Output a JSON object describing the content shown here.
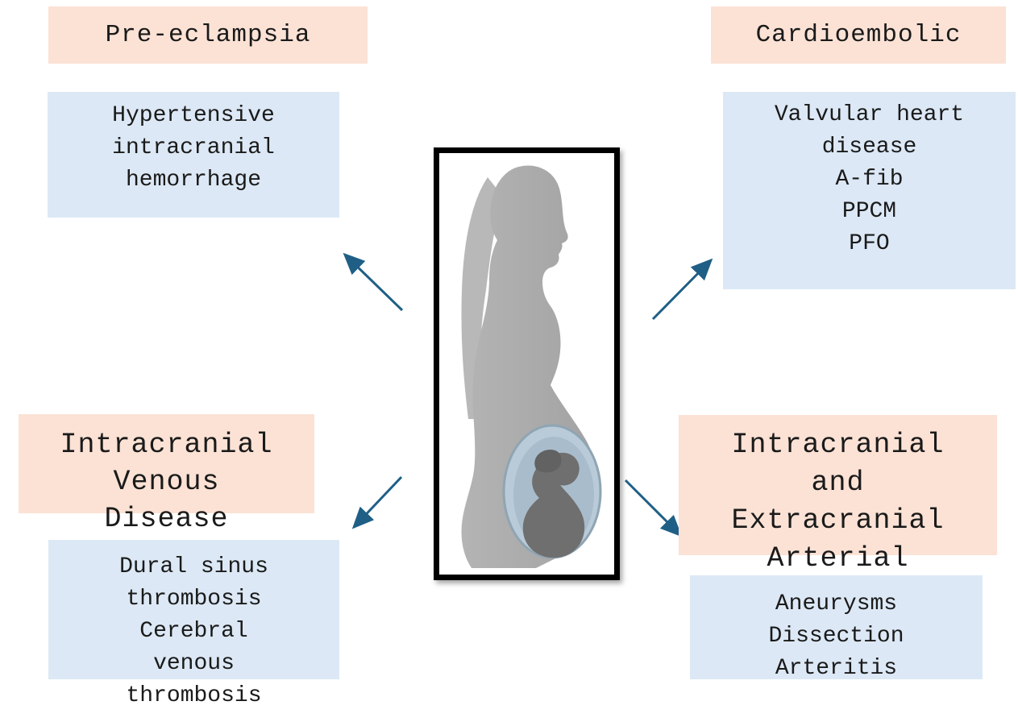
{
  "pre_eclampsia": {
    "title": "Pre-eclampsia",
    "details": [
      "Hypertensive",
      "intracranial",
      "hemorrhage"
    ]
  },
  "cardioembolic": {
    "title": "Cardioembolic",
    "details": [
      "Valvular heart",
      "disease",
      "A-fib",
      "PPCM",
      "PFO"
    ]
  },
  "venous": {
    "title_lines": [
      "Intracranial",
      "Venous",
      "Disease"
    ],
    "details": [
      "Dural sinus",
      "thrombosis",
      "Cerebral",
      "venous",
      "thrombosis"
    ]
  },
  "arterial": {
    "title_lines": [
      "Intracranial",
      "and",
      "Extracranial",
      "Arterial"
    ],
    "details": [
      "Aneurysms",
      "Dissection",
      "Arteritis"
    ]
  },
  "colors": {
    "title_fill": "#fbe2d5",
    "detail_fill": "#dce8f5",
    "arrow": "#1f5f86",
    "frame": "#000000",
    "silhouette": "#a9a9a9"
  }
}
